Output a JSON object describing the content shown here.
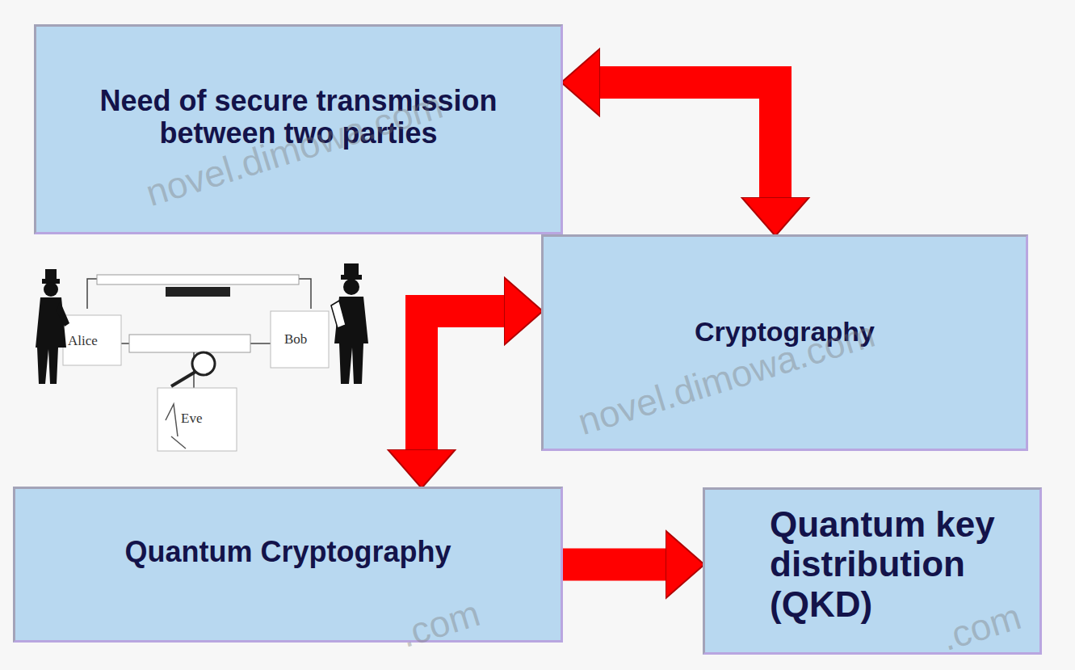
{
  "diagram": {
    "nodes": [
      {
        "text": [
          "Need of secure transmission between two parties"
        ]
      },
      {
        "text": [
          "Cryptography"
        ]
      },
      {
        "text": [
          "Quantum Cryptography"
        ]
      },
      {
        "text": [
          "Quantum key distribution (QKD)"
        ]
      }
    ],
    "edges": [
      {
        "from": 0,
        "to": 1,
        "arrow": "both"
      },
      {
        "from": 1,
        "to": 2,
        "arrow": "both"
      },
      {
        "from": 2,
        "to": 3,
        "arrow": "to"
      }
    ],
    "labels": [
      "novel.dimowa.com",
      "Alice",
      "Bob",
      "Eve",
      "novel.dimowa.com",
      ".com",
      ".com"
    ]
  }
}
